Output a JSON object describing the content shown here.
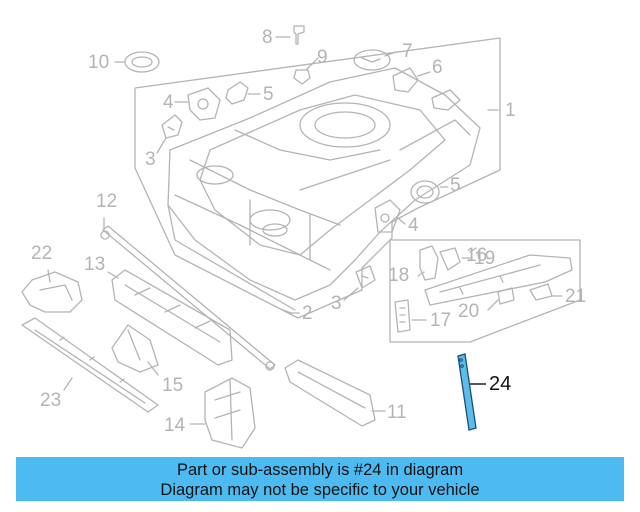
{
  "callouts": {
    "c1": "1",
    "c2": "2",
    "c3a": "3",
    "c3b": "3",
    "c4a": "4",
    "c4b": "4",
    "c5a": "5",
    "c5b": "5",
    "c6": "6",
    "c7": "7",
    "c8": "8",
    "c9": "9",
    "c10": "10",
    "c11": "11",
    "c12": "12",
    "c13": "13",
    "c14": "14",
    "c15": "15",
    "c16": "16",
    "c17": "17",
    "c18": "18",
    "c19": "19",
    "c20": "20",
    "c21": "21",
    "c22": "22",
    "c23": "23",
    "c24": "24"
  },
  "caption": {
    "line1": "Part or sub-assembly is #24 in diagram",
    "line2": "Diagram may not be specific to your vehicle"
  },
  "colors": {
    "line_art": "#b4b4b4",
    "highlight_part": "#5bbde8",
    "highlight_outline": "#1a4f7a",
    "caption_bar": "#4dbbf2"
  }
}
